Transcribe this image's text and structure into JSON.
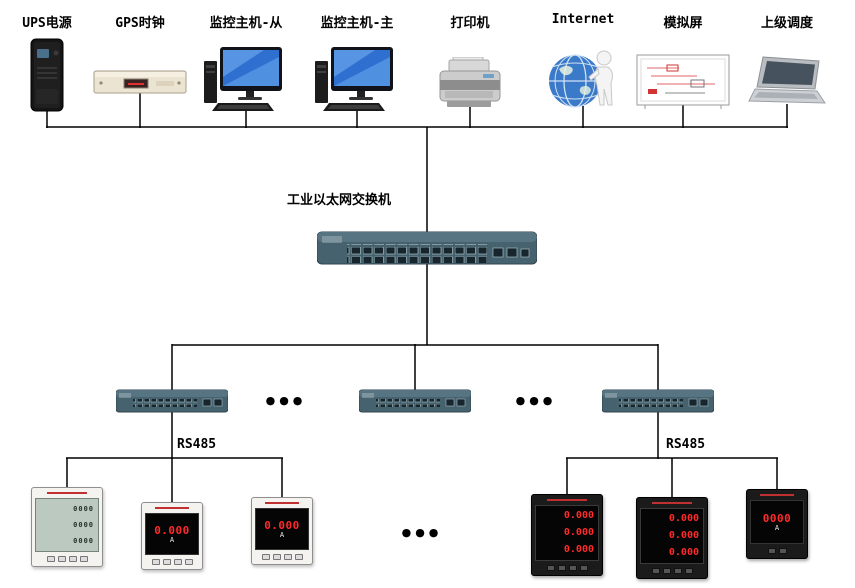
{
  "top_devices": [
    {
      "label": "UPS电源"
    },
    {
      "label": "GPS时钟"
    },
    {
      "label": "监控主机-从"
    },
    {
      "label": "监控主机-主"
    },
    {
      "label": "打印机"
    },
    {
      "label": "Internet"
    },
    {
      "label": "模拟屏"
    },
    {
      "label": "上级调度"
    }
  ],
  "main_switch": {
    "label": "工业以太网交换机"
  },
  "bus_left": {
    "label": "RS485"
  },
  "bus_right": {
    "label": "RS485"
  },
  "ellipsis": "●●●",
  "meters_left": [
    {
      "type": "lcd",
      "rows": [
        "0000",
        "0000",
        "0000"
      ]
    },
    {
      "type": "led",
      "value": "0.000",
      "unit": "A"
    },
    {
      "type": "led",
      "value": "0.000",
      "unit": "A"
    }
  ],
  "meters_right": [
    {
      "type": "led3",
      "rows": [
        "0.000",
        "0.000",
        "0.000"
      ]
    },
    {
      "type": "led3",
      "rows": [
        "0.000",
        "0.000",
        "0.000"
      ]
    },
    {
      "type": "led",
      "value": "0000",
      "unit": "A"
    }
  ],
  "colors": {
    "line_black": "#000000",
    "switch_body": "#46626e",
    "led_red": "#ff2b2b",
    "screen_blue": "#2f6fd0",
    "globe_blue": "#3b79c9"
  }
}
